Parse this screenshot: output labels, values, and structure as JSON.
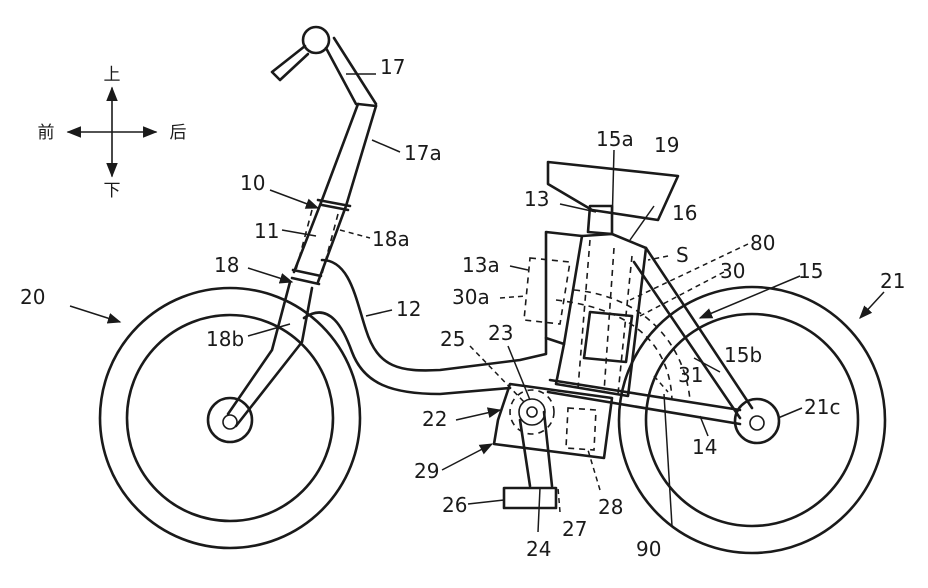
{
  "directions": {
    "up": "上",
    "down": "下",
    "front": "前",
    "rear": "后"
  },
  "labels": {
    "l10": "10",
    "l11": "11",
    "l12": "12",
    "l13": "13",
    "l13a": "13a",
    "l14": "14",
    "l15": "15",
    "l15a": "15a",
    "l15b": "15b",
    "l16": "16",
    "l17": "17",
    "l17a": "17a",
    "l18": "18",
    "l18a": "18a",
    "l18b": "18b",
    "l19": "19",
    "l20": "20",
    "l21": "21",
    "l21c": "21c",
    "l22": "22",
    "l23": "23",
    "l24": "24",
    "l25": "25",
    "l26": "26",
    "l27": "27",
    "l28": "28",
    "l29": "29",
    "l30": "30",
    "l30a": "30a",
    "l31": "31",
    "l80": "80",
    "l90": "90",
    "lS": "S"
  }
}
